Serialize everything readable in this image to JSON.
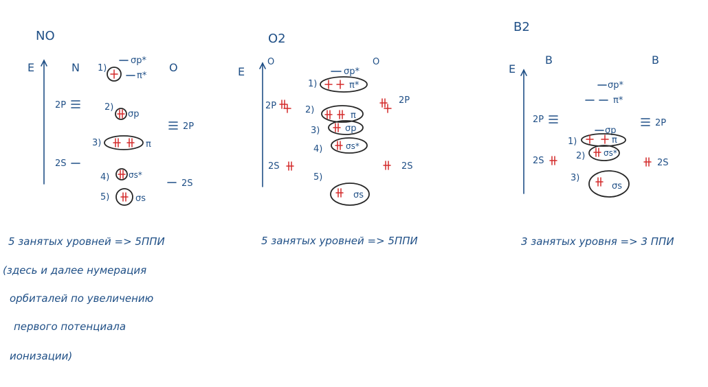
{
  "colors": {
    "ink": "#1f4f86",
    "electron": "#d42a2a",
    "outline": "#262626"
  },
  "panels": [
    {
      "title": "NO",
      "energy_label": "E",
      "left_atom": "N",
      "right_atom": "O",
      "left_levels": [
        "2P",
        "2S"
      ],
      "right_levels": [
        "2P",
        "2S"
      ],
      "mo": [
        {
          "num": "1)",
          "label": "σp*"
        },
        {
          "num": "",
          "label": "π*"
        },
        {
          "num": "2)",
          "label": "σp"
        },
        {
          "num": "3)",
          "label": "π"
        },
        {
          "num": "4)",
          "label": "σs*"
        },
        {
          "num": "5)",
          "label": "σs"
        }
      ]
    },
    {
      "title": "O2",
      "energy_label": "E",
      "left_atom": "O",
      "right_atom": "O",
      "left_levels": [
        "2P",
        "2S"
      ],
      "right_levels": [
        "2P",
        "2S"
      ],
      "mo": [
        {
          "num": "",
          "label": "σp*"
        },
        {
          "num": "1)",
          "label": "π*"
        },
        {
          "num": "2)",
          "label": "π"
        },
        {
          "num": "3)",
          "label": "σp"
        },
        {
          "num": "4)",
          "label": "σs*"
        },
        {
          "num": "5)",
          "label": "σs"
        }
      ]
    },
    {
      "title": "B2",
      "energy_label": "E",
      "left_atom": "B",
      "right_atom": "B",
      "left_levels": [
        "2P",
        "2S"
      ],
      "right_levels": [
        "2P",
        "2S"
      ],
      "mo": [
        {
          "num": "",
          "label": "σp*"
        },
        {
          "num": "",
          "label": "π*"
        },
        {
          "num": "",
          "label": "σp"
        },
        {
          "num": "1)",
          "label": "π"
        },
        {
          "num": "2)",
          "label": "σs*"
        },
        {
          "num": "3)",
          "label": "σs"
        }
      ]
    }
  ],
  "notes": {
    "no_summary": "5 занятых уровней => 5ППИ",
    "no_remark_1": "(здесь и далее нумерация",
    "no_remark_2": "орбиталей по увеличению",
    "no_remark_3": "первого потенциала",
    "no_remark_4": "ионизации)",
    "o2_summary": "5 занятых уровней => 5ППИ",
    "b2_summary": "3 занятых уровня => 3 ППИ"
  }
}
